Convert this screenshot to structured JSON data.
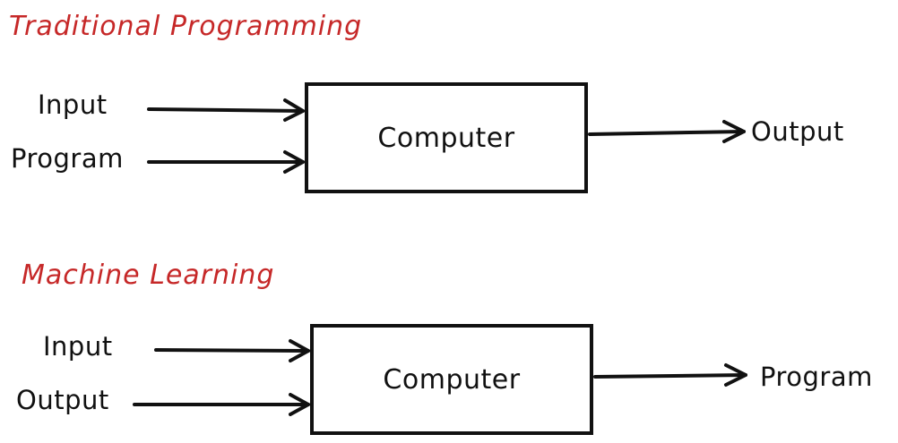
{
  "colors": {
    "heading": "#c62828",
    "ink": "#111111",
    "background": "#ffffff"
  },
  "traditional": {
    "title": "Traditional Programming",
    "inputs": [
      "Input",
      "Program"
    ],
    "box": "Computer",
    "output": "Output"
  },
  "ml": {
    "title": "Machine Learning",
    "inputs": [
      "Input",
      "Output"
    ],
    "box": "Computer",
    "output": "Program"
  }
}
